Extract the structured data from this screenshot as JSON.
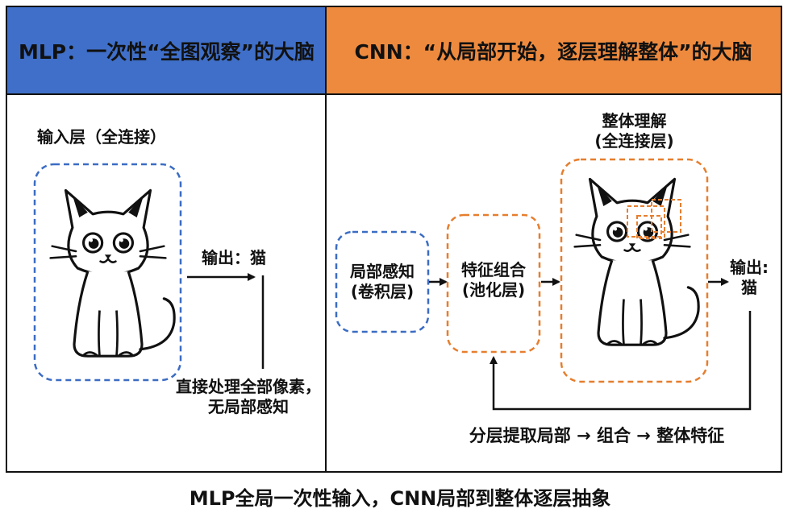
{
  "left": {
    "header": "MLP：一次性“全图观察”的大脑",
    "input_label": "输入层（全连接）",
    "output_label": "输出：猫",
    "note_line1": "直接处理全部像素，",
    "note_line2": "无局部感知"
  },
  "right": {
    "header": "CNN：“从局部开始，逐层理解整体”的大脑",
    "local_line1": "局部感知",
    "local_line2": "(卷积层)",
    "feature_line1": "特征组合",
    "feature_line2": "(池化层)",
    "whole_line1": "整体理解",
    "whole_line2": "(全连接层)",
    "output_line1": "输出:",
    "output_line2": "猫",
    "flow_text": "分层提取局部 → 组合 → 整体特征"
  },
  "footer": "MLP全局一次性输入，CNN局部到整体逐层抽象",
  "colors": {
    "mlp_header": "#3f6fc8",
    "cnn_header": "#ee8a3e",
    "blue_dash": "#3b6cc4",
    "orange_dash": "#e67e2e"
  }
}
